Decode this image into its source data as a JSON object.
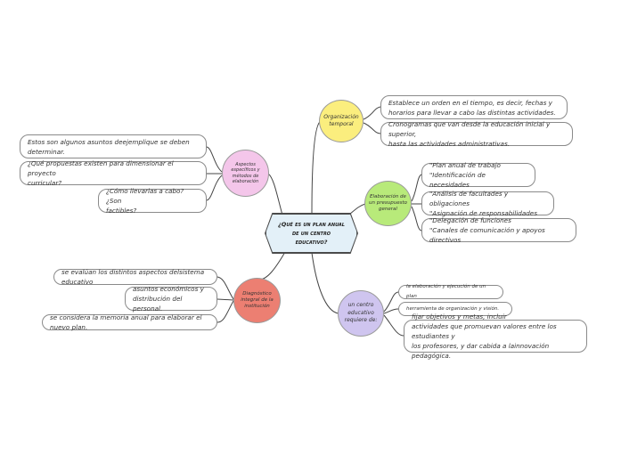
{
  "colors": {
    "center_fill": "#e3f0f8",
    "yellow": "#fbee7e",
    "green": "#b8ea7a",
    "pink": "#f4c6ea",
    "red": "#ec7f72",
    "lilac": "#cfc5ef",
    "line": "#444444"
  },
  "center": {
    "text": "¿Qué es un plan anual de un centro educativo?"
  },
  "branches": {
    "organizacion": {
      "label": "Organización temporal",
      "leaves": [
        "Establece un orden en el tiempo, es decir, fechas y\nhorarios para llevar a cabo las distintas actividades.",
        "Cronogramas que van desde la educación inicial y superior,\nhasta las actividades administrativas."
      ]
    },
    "elaboracion": {
      "label": "Elaboración de un presupuesto general",
      "leaves": [
        "\"Plan anual de trabajo\n\"Identificación de necesidades",
        "\"Análisis de facultades y obligaciones\n\"Asignación de responsabilidades",
        "\"Delegación de funciones\n\"Canales de comunicación y apoyos directivos"
      ]
    },
    "aspectos": {
      "label": "Aspectos específicos y métodos de elaboración",
      "leaves": [
        "Estos son algunos asuntos deejemplique se deben\ndeterminar.",
        "¿Qué propuestas existen para dimensionar el proyecto\ncurricular?",
        "¿Cómo llevarlas a cabo? ¿Son\nfactibles?"
      ]
    },
    "diagnostico": {
      "label": "Diagnóstico integral de la institución",
      "leaves": [
        "se evalúan los distintos aspectos delsistema educativo",
        "asuntos económicos y\ndistribución del personal.",
        "se considera la memoria anual para elaborar el nuevo plan."
      ]
    },
    "centro": {
      "label": "un centro educativo requiere de:",
      "leaves": [
        "la elaboración y ejecución de un plan",
        "herramienta de organización y visión.",
        "fijar objetivos y metas, incluir\n  actividades que promuevan valores entre los estudiantes y\nlos profesores, y dar cabida a lainnovación pedagógica."
      ]
    }
  }
}
